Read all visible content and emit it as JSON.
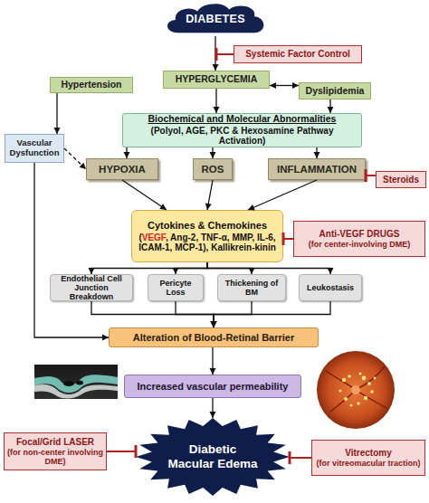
{
  "diagram": {
    "nodes": [
      {
        "text": [
          "DIABETES"
        ]
      },
      {
        "text": [
          "Systemic Factor Control"
        ]
      },
      {
        "text": [
          "HYPERGLYCEMIA"
        ]
      },
      {
        "text": [
          "Hypertension"
        ]
      },
      {
        "text": [
          "Dyslipidemia"
        ]
      },
      {
        "text": [
          "Biochemical and Molecular Abnormalities",
          "(Polyol, AGE, PKC & Hexosamine Pathway Activation)"
        ]
      },
      {
        "text": [
          "Vascular Dysfunction"
        ]
      },
      {
        "text": [
          "HYPOXIA"
        ]
      },
      {
        "text": [
          "ROS"
        ]
      },
      {
        "text": [
          "INFLAMMATION"
        ]
      },
      {
        "text": [
          "Steroids"
        ]
      },
      {
        "text": [
          "Cytokines & Chemokines",
          "(VEGF, Ang-2, TNF-α, MMP, IL-6, ICAM-1, MCP-1), Kallikrein-kinin"
        ]
      },
      {
        "text": [
          "Anti-VEGF DRUGS",
          "(for center-involving DME)"
        ]
      },
      {
        "text": [
          "Endothelial Cell Junction Breakdown"
        ]
      },
      {
        "text": [
          "Pericyte Loss"
        ]
      },
      {
        "text": [
          "Thickening of BM"
        ]
      },
      {
        "text": [
          "Leukostasis"
        ]
      },
      {
        "text": [
          "Alteration of Blood-Retinal Barrier"
        ]
      },
      {
        "text": [
          "Increased vascular permeability"
        ]
      },
      {
        "text": [
          "Focal/Grid LASER",
          "(for non-center involving DME)"
        ]
      },
      {
        "text": [
          "Diabetic Macular Edema"
        ]
      },
      {
        "text": [
          "Vitrectomy",
          "(for vitreomacular traction)"
        ]
      }
    ],
    "edges": [
      {
        "from": 0,
        "to": 2,
        "arrow": "to"
      },
      {
        "from": 2,
        "to": 4,
        "arrow": "both"
      },
      {
        "from": 2,
        "to": 5,
        "arrow": "to"
      },
      {
        "from": 4,
        "to": 5,
        "arrow": "to"
      },
      {
        "from": 3,
        "to": 6,
        "arrow": "to"
      },
      {
        "from": 6,
        "to": 7,
        "arrow": "to"
      },
      {
        "from": 5,
        "to": 7,
        "arrow": "to"
      },
      {
        "from": 5,
        "to": 8,
        "arrow": "to"
      },
      {
        "from": 5,
        "to": 9,
        "arrow": "to"
      },
      {
        "from": 7,
        "to": 11,
        "arrow": "to"
      },
      {
        "from": 8,
        "to": 11,
        "arrow": "to"
      },
      {
        "from": 9,
        "to": 11,
        "arrow": "to"
      },
      {
        "from": 1,
        "to": 2,
        "arrow": "to"
      },
      {
        "from": 10,
        "to": 9,
        "arrow": "to"
      },
      {
        "from": 12,
        "to": 11,
        "arrow": "to"
      },
      {
        "from": 11,
        "to": 13,
        "arrow": "to"
      },
      {
        "from": 11,
        "to": 14,
        "arrow": "to"
      },
      {
        "from": 11,
        "to": 15,
        "arrow": "to"
      },
      {
        "from": 11,
        "to": 16,
        "arrow": "to"
      },
      {
        "from": 13,
        "to": 17,
        "arrow": "to"
      },
      {
        "from": 14,
        "to": 17,
        "arrow": "to"
      },
      {
        "from": 15,
        "to": 17,
        "arrow": "to"
      },
      {
        "from": 16,
        "to": 17,
        "arrow": "to"
      },
      {
        "from": 6,
        "to": 17,
        "arrow": "to"
      },
      {
        "from": 17,
        "to": 18,
        "arrow": "to"
      },
      {
        "from": 18,
        "to": 20,
        "arrow": "to"
      },
      {
        "from": 19,
        "to": 20,
        "arrow": "to"
      },
      {
        "from": 21,
        "to": 20,
        "arrow": "to"
      }
    ]
  }
}
